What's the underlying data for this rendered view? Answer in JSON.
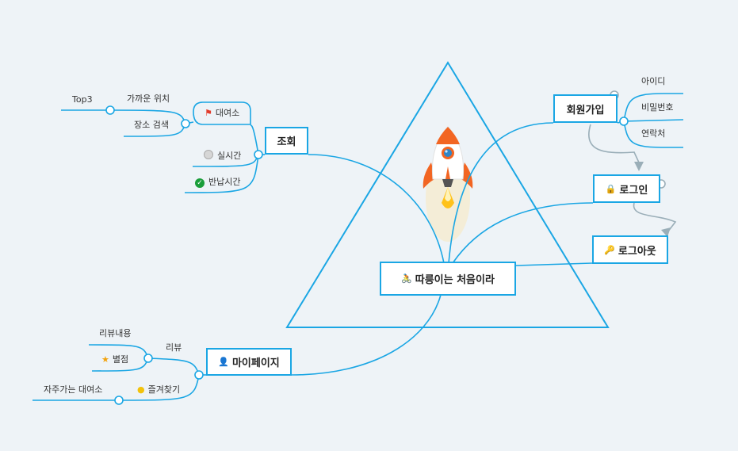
{
  "center": {
    "label": "따릉이는 처음이라",
    "icon": "bicycle-icon"
  },
  "branches": {
    "signup": {
      "label": "회원가입",
      "children": [
        "아이디",
        "비밀번호",
        "연락처"
      ]
    },
    "login": {
      "label": "로그인",
      "icon": "lock-icon"
    },
    "logout": {
      "label": "로그아웃",
      "icon": "key-icon"
    },
    "search": {
      "label": "조회",
      "rental": {
        "label": "대여소",
        "icon": "flag-icon"
      },
      "nearby": "가까운 위치",
      "top3": "Top3",
      "place_search": "장소 검색",
      "realtime": "실시간",
      "return_time": "반납시간"
    },
    "mypage": {
      "label": "마이페이지",
      "icon": "person-icon",
      "review": "리뷰",
      "review_content": "리뷰내용",
      "rating": "별점",
      "favorites": "즐겨찾기",
      "frequent_rental": "자주가는 대여소"
    }
  },
  "colors": {
    "line": "#1aa6e4",
    "background": "#eef3f7",
    "relation_arrow": "#9aaeb8"
  }
}
